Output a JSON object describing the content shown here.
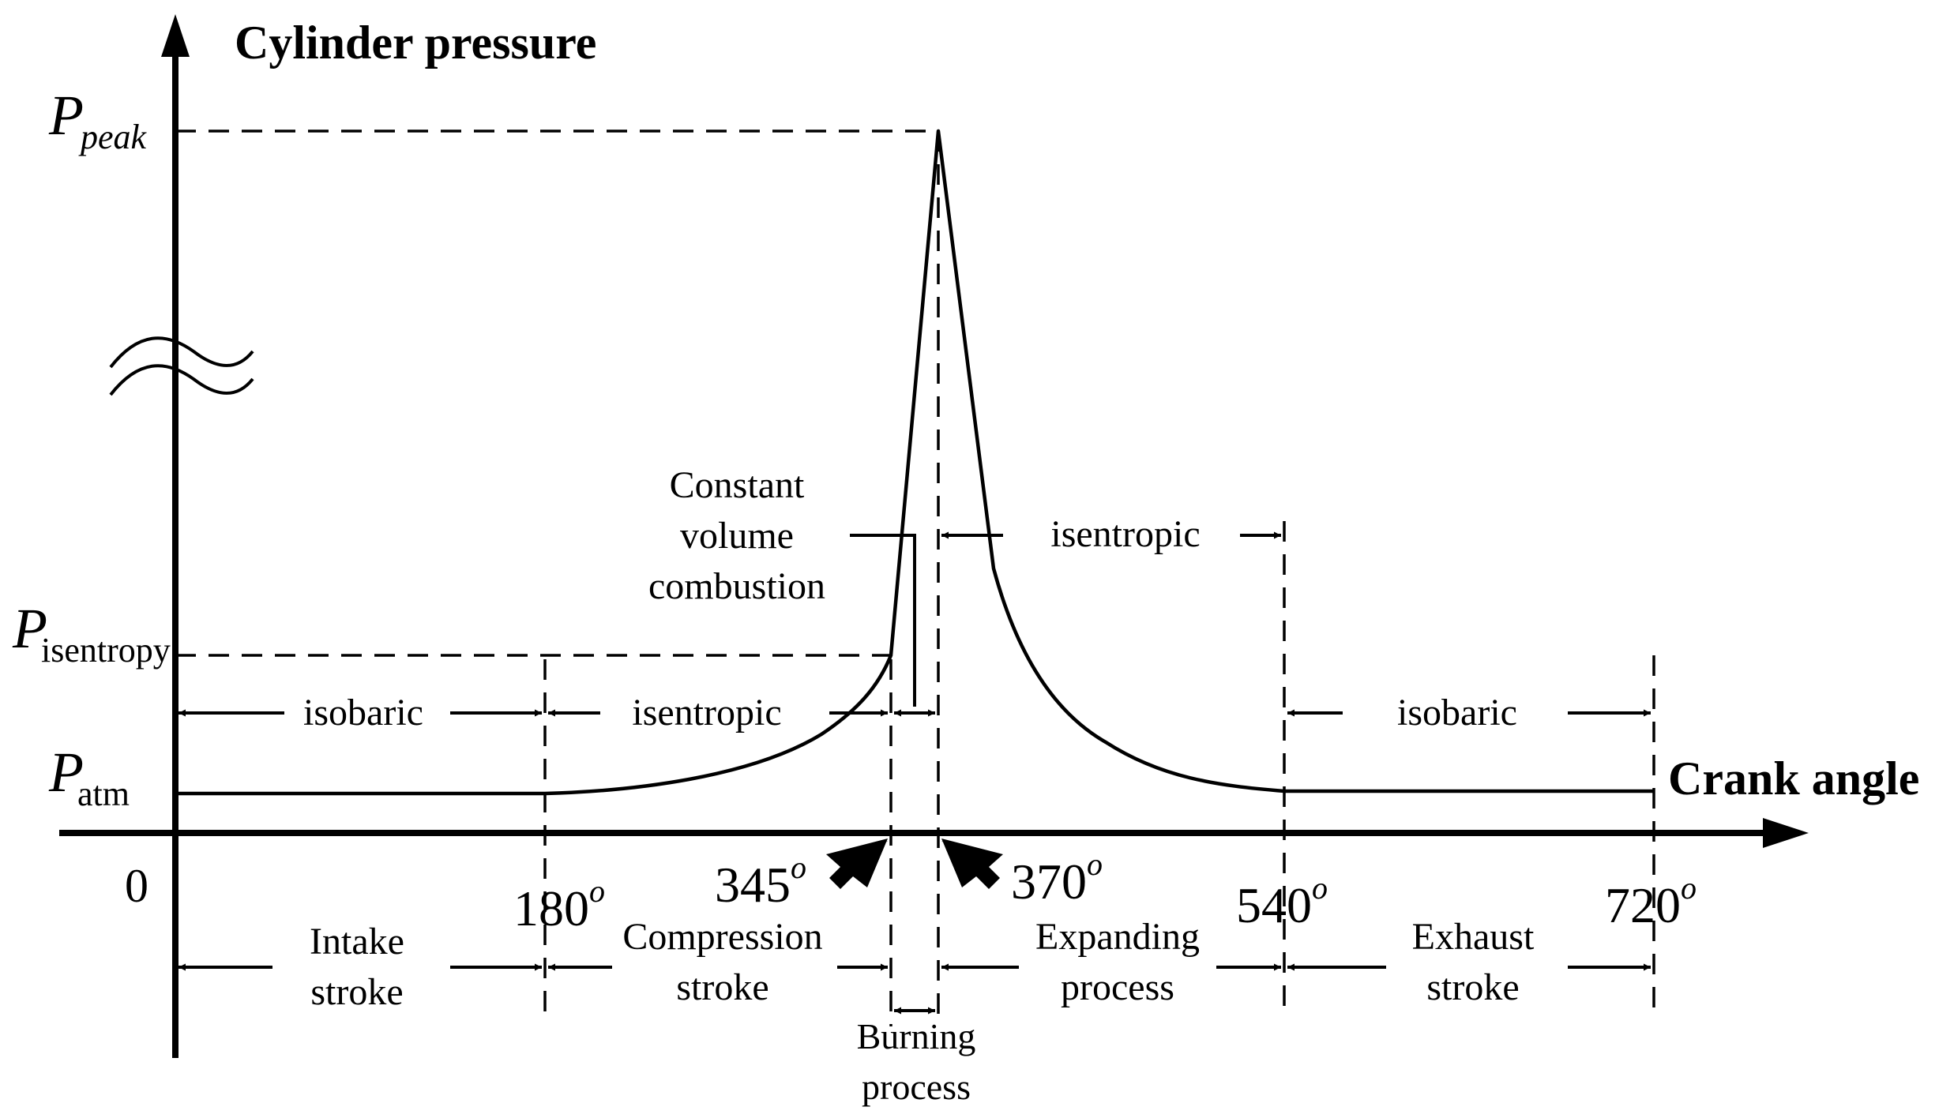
{
  "axes": {
    "y_title": "Cylinder pressure",
    "x_title": "Crank angle",
    "origin": "0"
  },
  "pressure_levels": {
    "peak_main": "P",
    "peak_sub": "peak",
    "isentropy_main": "P",
    "isentropy_sub": "isentropy",
    "atm_main": "P",
    "atm_sub": "atm"
  },
  "angle_ticks": [
    {
      "value": "180",
      "sup": "o"
    },
    {
      "value": "345",
      "sup": "o"
    },
    {
      "value": "370",
      "sup": "o"
    },
    {
      "value": "540",
      "sup": "o"
    },
    {
      "value": "720",
      "sup": "o"
    }
  ],
  "process_labels": {
    "isobaric_intake": "isobaric",
    "isentropic_compression": "isentropic",
    "constant_volume_line1": "Constant",
    "constant_volume_line2": "volume",
    "constant_volume_line3": "combustion",
    "isentropic_expansion": "isentropic",
    "isobaric_exhaust": "isobaric"
  },
  "stroke_labels": {
    "intake_line1": "Intake",
    "intake_line2": "stroke",
    "compression_line1": "Compression",
    "compression_line2": "stroke",
    "expanding_line1": "Expanding",
    "expanding_line2": "process",
    "exhaust_line1": "Exhaust",
    "exhaust_line2": "stroke",
    "burning_line1": "Burning",
    "burning_line2": "process"
  },
  "colors": {
    "ink": "#000000",
    "background": "#ffffff"
  }
}
